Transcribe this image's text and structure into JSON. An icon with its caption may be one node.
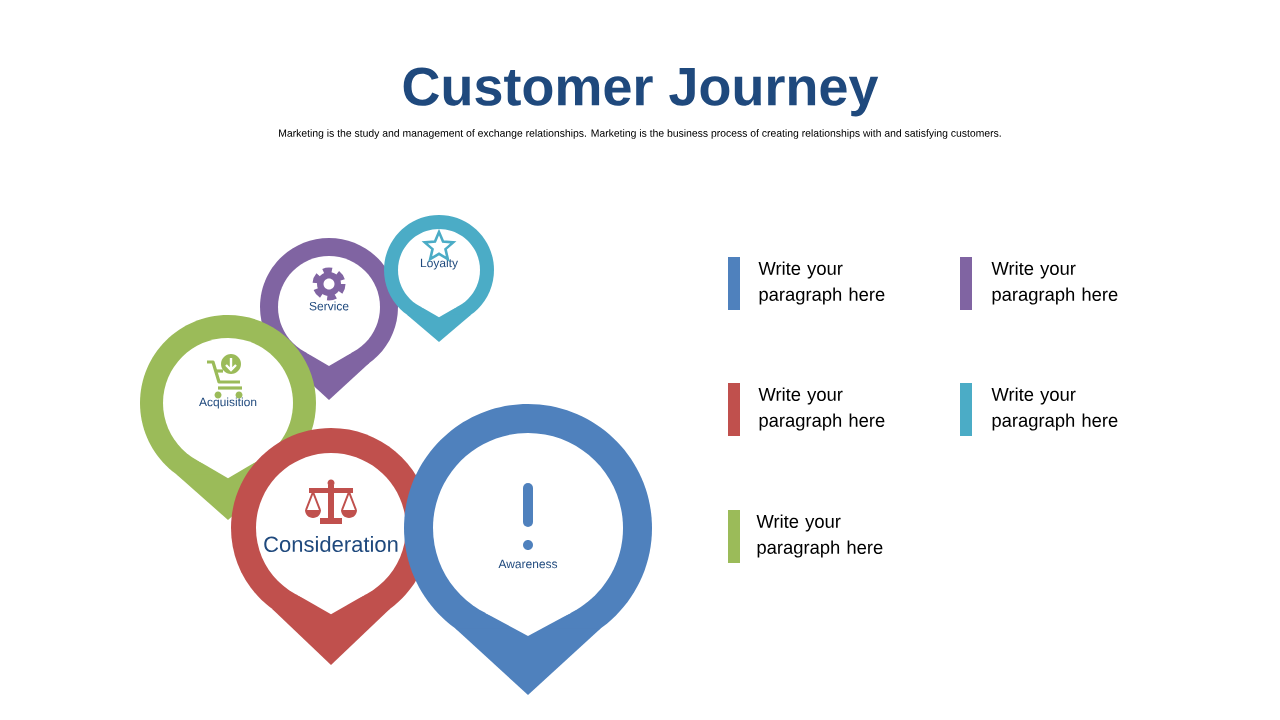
{
  "diagram": {
    "title": "Customer Journey",
    "nodes": [
      {
        "text": [
          "Loyalty"
        ]
      },
      {
        "text": [
          "Service"
        ]
      },
      {
        "text": [
          "Acquisition"
        ]
      },
      {
        "text": [
          "Consideration"
        ]
      },
      {
        "text": [
          "Awareness"
        ]
      }
    ],
    "labels": [
      "Marketing is the study and management of exchange relationships. Marketing is the  business process of creating relationships with and satisfying customers.",
      "Write your paragraph here",
      "Write your paragraph here",
      "Write your paragraph here",
      "Write your paragraph here",
      "Write your paragraph here"
    ]
  }
}
